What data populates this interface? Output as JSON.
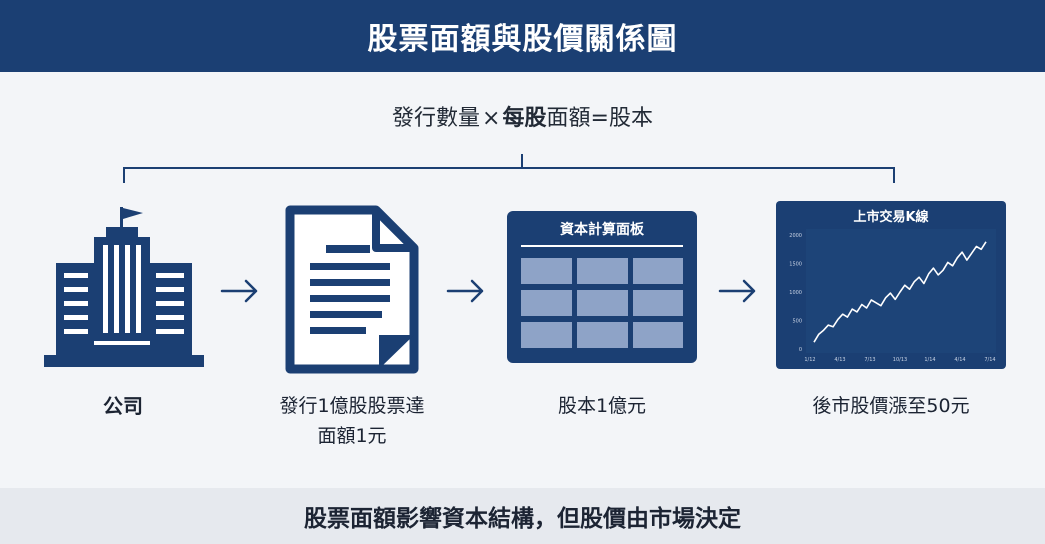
{
  "header": {
    "title": "股票面額與股價關係圖"
  },
  "formula": {
    "part1": "發行數量",
    "op_times": "×",
    "part2": "每股",
    "part3": "面額",
    "op_equals": "=",
    "part4": "股本"
  },
  "steps": [
    {
      "label": "公司",
      "icon": "company-building-icon"
    },
    {
      "label_line1": "發行1億股股票達",
      "label_line2": "面額1元",
      "icon": "document-icon"
    },
    {
      "label": "股本1億元",
      "icon": "capital-panel-icon",
      "panel_title": "資本計算面板"
    },
    {
      "label": "後市股價漲至50元",
      "icon": "k-line-chart-icon",
      "panel_title": "上市交易K線"
    }
  ],
  "chart_data": {
    "type": "line",
    "title": "上市交易K線",
    "y_ticks": [
      "0",
      "500",
      "1000",
      "1500",
      "2000"
    ],
    "x_ticks": [
      "1/12",
      "4/13",
      "7/13",
      "10/13",
      "1/14",
      "4/14",
      "7/14"
    ],
    "ylim": [
      0,
      2000
    ],
    "series": [
      {
        "values": [
          120,
          260,
          330,
          420,
          390,
          520,
          610,
          560,
          700,
          650,
          780,
          720,
          860,
          810,
          760,
          900,
          980,
          870,
          1000,
          1120,
          1050,
          1180,
          1260,
          1150,
          1320,
          1420,
          1300,
          1380,
          1520,
          1460,
          1600,
          1700,
          1560,
          1680,
          1800,
          1750,
          1880
        ]
      }
    ]
  },
  "footer": {
    "text": "股票面額影響資本結構，但股價由市場決定"
  },
  "colors": {
    "brand": "#1b3f73",
    "background": "#f3f5f8",
    "footer_bg": "#e6e9ee"
  }
}
